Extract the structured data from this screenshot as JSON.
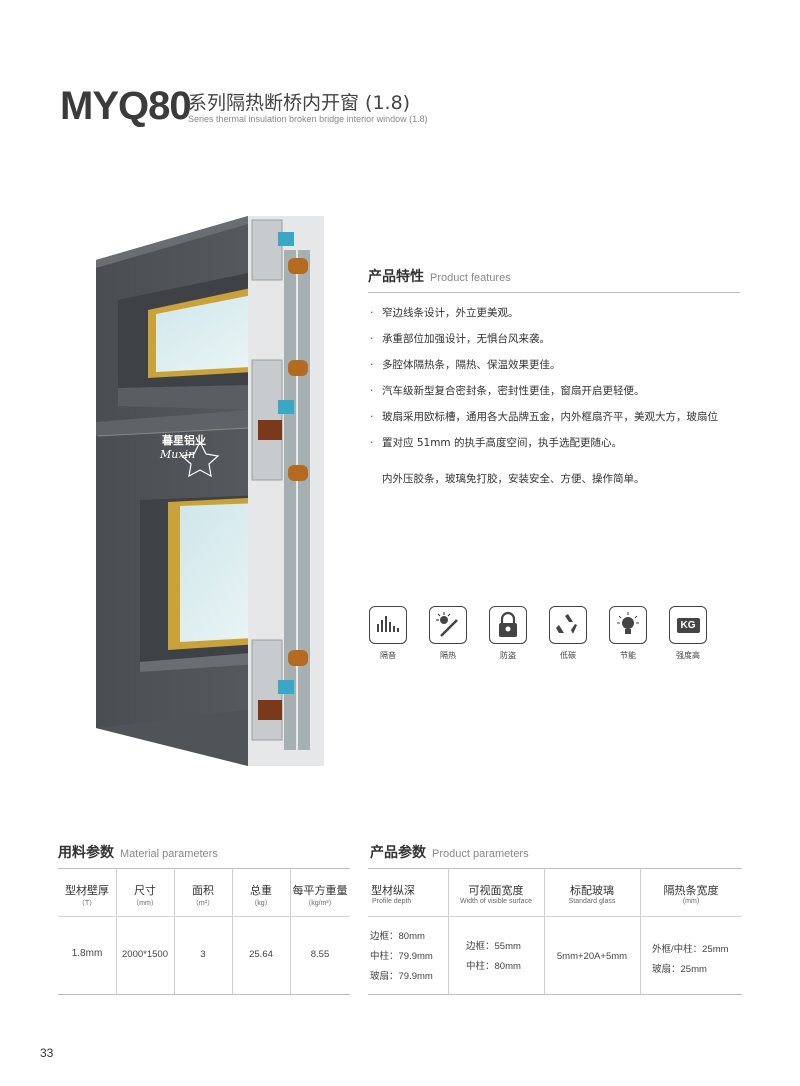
{
  "header": {
    "model": "MYQ80",
    "title_cn": "系列隔热断桥内开窗 (1.8)",
    "title_en": "Series thermal insulation broken bridge interior window (1.8)"
  },
  "brand_logo": {
    "text_cn": "暮星铝业",
    "text_script": "Muxin"
  },
  "features": {
    "title_cn": "产品特性",
    "title_en": "Product features",
    "items": [
      "窄边线条设计，外立更美观。",
      "承重部位加强设计，无惧台风来袭。",
      "多腔体隔热条，隔热、保温效果更佳。",
      "汽车级新型复合密封条，密封性更佳，窗扇开启更轻便。",
      "玻扇采用欧标槽，通用各大品牌五金，内外框扇齐平，美观大方，玻扇位",
      "置对应 51mm 的执手高度空间，执手选配更随心。"
    ],
    "continuation": "内外压胶条，玻璃免打胶，安装安全、方便、操作简单。"
  },
  "icons": [
    {
      "name": "sound-insulation-icon",
      "label": "隔音"
    },
    {
      "name": "heat-insulation-icon",
      "label": "隔热"
    },
    {
      "name": "anti-theft-icon",
      "label": "防盗"
    },
    {
      "name": "low-carbon-icon",
      "label": "低碳"
    },
    {
      "name": "energy-saving-icon",
      "label": "节能"
    },
    {
      "name": "high-strength-icon",
      "label": "强度高",
      "badge": "KG"
    }
  ],
  "material_params": {
    "title_cn": "用料参数",
    "title_en": "Material parameters",
    "columns": [
      {
        "cn": "型材壁厚",
        "en": "（T）"
      },
      {
        "cn": "尺寸",
        "en": "（mm）"
      },
      {
        "cn": "面积",
        "en": "（m²）"
      },
      {
        "cn": "总重",
        "en": "（kg）"
      },
      {
        "cn": "每平方重量",
        "en": "（kg/m²）"
      }
    ],
    "row": [
      "1.8mm",
      "2000*1500",
      "3",
      "25.64",
      "8.55"
    ]
  },
  "product_params": {
    "title_cn": "产品参数",
    "title_en": "Product parameters",
    "columns": [
      {
        "cn": "型材纵深",
        "en": "Profile depth"
      },
      {
        "cn": "可视面宽度",
        "en": "Width of visible surface"
      },
      {
        "cn": "标配玻璃",
        "en": "Standard glass"
      },
      {
        "cn": "隔热条宽度",
        "en": "(mm)"
      }
    ],
    "cells": [
      [
        "边框：80mm",
        "中柱：79.9mm",
        "玻扇：79.9mm"
      ],
      [
        "边框：55mm",
        "中柱：80mm"
      ],
      [
        "5mm+20A+5mm"
      ],
      [
        "外框/中柱：25mm",
        "玻扇：25mm"
      ]
    ]
  },
  "page_number": "33"
}
